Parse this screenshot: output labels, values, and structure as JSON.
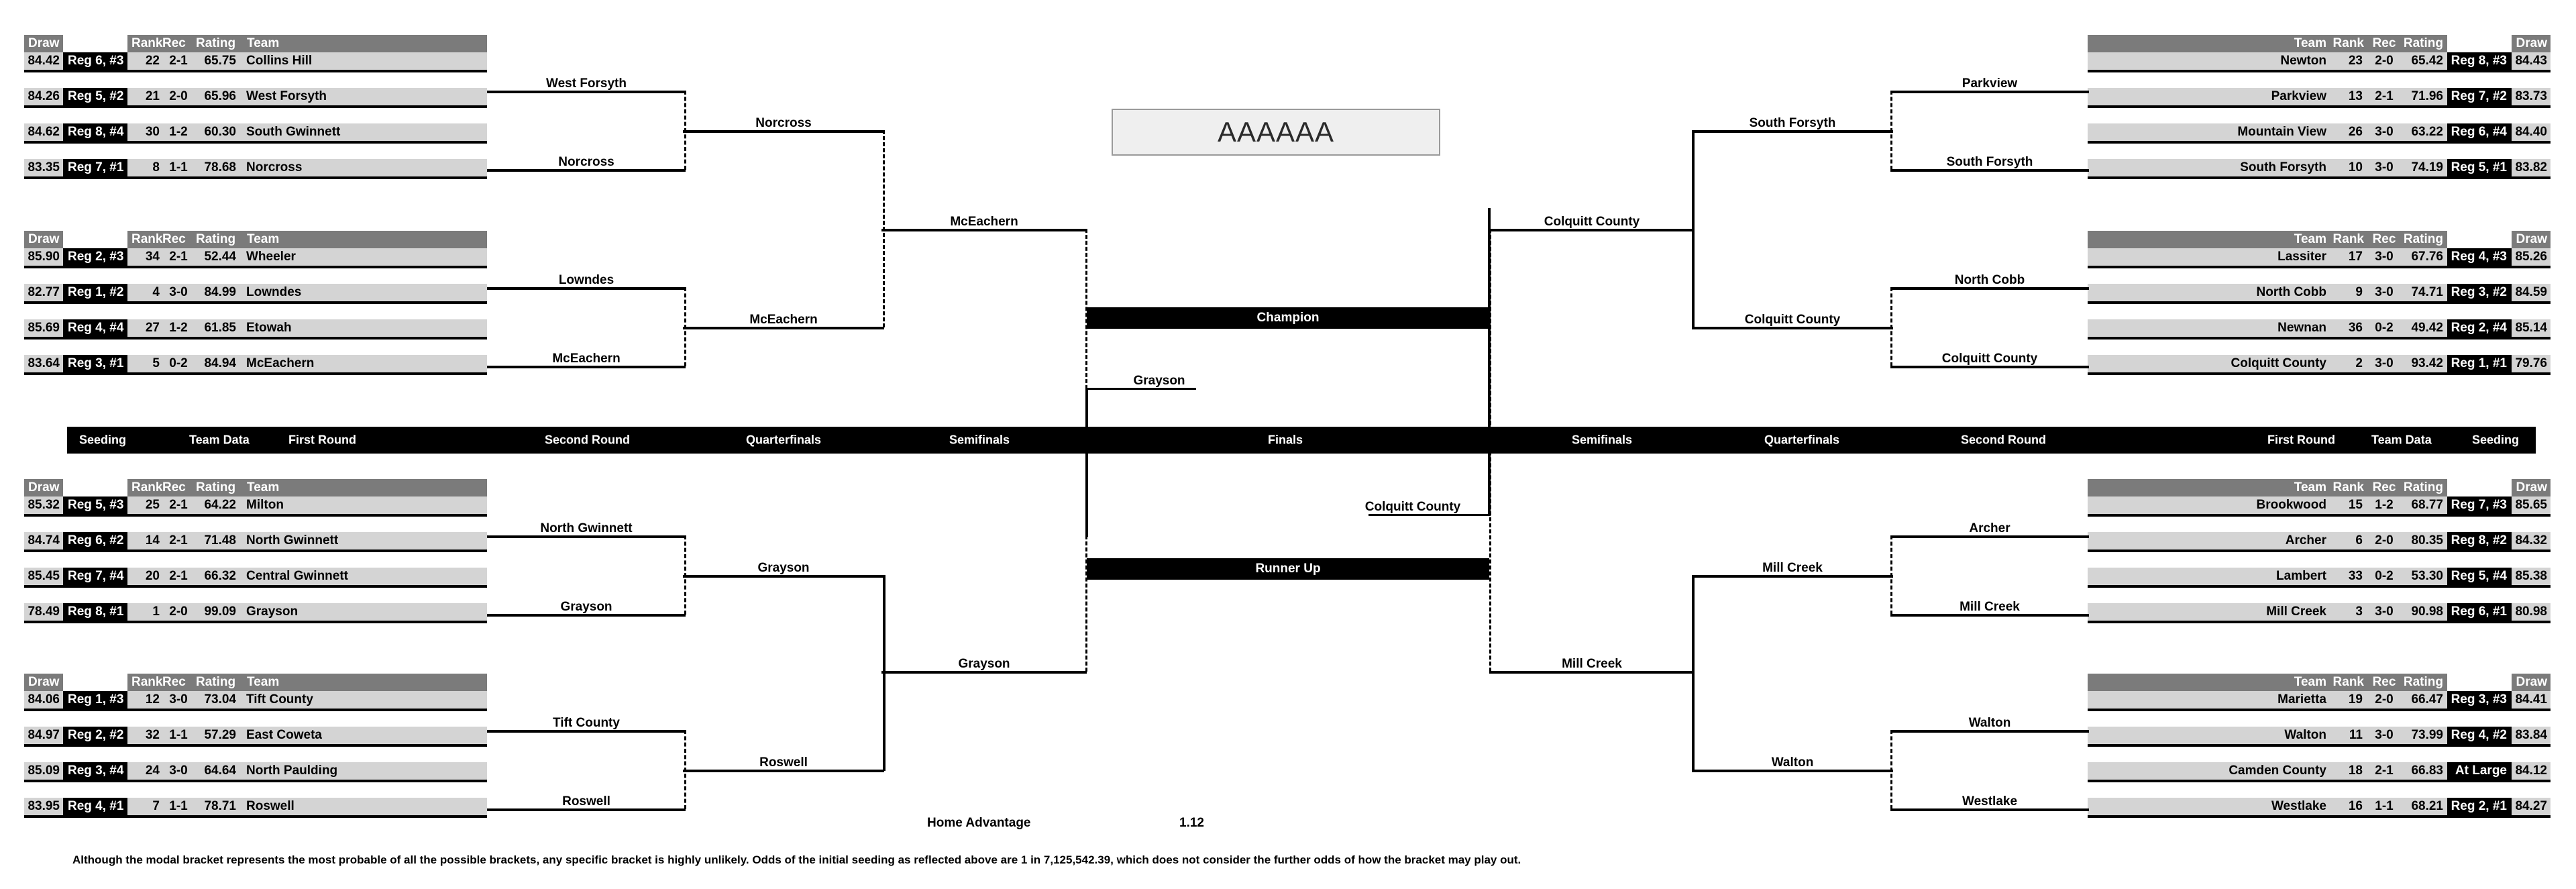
{
  "title": "AAAAAA",
  "columns_left": {
    "draw": "Draw",
    "seed": "",
    "rank": "Rank",
    "rec": "Rec",
    "rating": "Rating",
    "team": "Team"
  },
  "columns_right": {
    "team": "Team",
    "rank": "Rank",
    "rec": "Rec",
    "rating": "Rating",
    "seed": "",
    "draw": "Draw"
  },
  "rounds_left": [
    "Seeding",
    "Team Data",
    "First Round",
    "Second Round",
    "Quarterfinals",
    "Semifinals"
  ],
  "rounds_center": "Finals",
  "rounds_right": [
    "Semifinals",
    "Quarterfinals",
    "Second Round",
    "First Round",
    "Team Data",
    "Seeding"
  ],
  "home_advantage": {
    "label": "Home Advantage",
    "value": "1.12"
  },
  "footnote": "Although the modal bracket represents the most probable of all the possible brackets, any specific bracket is highly unlikely.  Odds of the initial seeding as reflected above are 1 in 7,125,542.39, which does not consider the further odds of how the bracket may play out.",
  "final_labels": {
    "champion": "Champion",
    "runner_up": "Runner Up"
  },
  "groups": {
    "left_q1": [
      {
        "draw": "84.42",
        "seed": "Reg 6, #3",
        "rank": "22",
        "rec": "2-1",
        "rating": "65.75",
        "team": "Collins Hill"
      },
      {
        "draw": "84.26",
        "seed": "Reg 5, #2",
        "rank": "21",
        "rec": "2-0",
        "rating": "65.96",
        "team": "West Forsyth"
      },
      {
        "draw": "84.62",
        "seed": "Reg 8, #4",
        "rank": "30",
        "rec": "1-2",
        "rating": "60.30",
        "team": "South Gwinnett"
      },
      {
        "draw": "83.35",
        "seed": "Reg 7, #1",
        "rank": "8",
        "rec": "1-1",
        "rating": "78.68",
        "team": "Norcross"
      }
    ],
    "left_q2": [
      {
        "draw": "85.90",
        "seed": "Reg 2, #3",
        "rank": "34",
        "rec": "2-1",
        "rating": "52.44",
        "team": "Wheeler"
      },
      {
        "draw": "82.77",
        "seed": "Reg 1, #2",
        "rank": "4",
        "rec": "3-0",
        "rating": "84.99",
        "team": "Lowndes"
      },
      {
        "draw": "85.69",
        "seed": "Reg 4, #4",
        "rank": "27",
        "rec": "1-2",
        "rating": "61.85",
        "team": "Etowah"
      },
      {
        "draw": "83.64",
        "seed": "Reg 3, #1",
        "rank": "5",
        "rec": "0-2",
        "rating": "84.94",
        "team": "McEachern"
      }
    ],
    "left_q3": [
      {
        "draw": "85.32",
        "seed": "Reg 5, #3",
        "rank": "25",
        "rec": "2-1",
        "rating": "64.22",
        "team": "Milton"
      },
      {
        "draw": "84.74",
        "seed": "Reg 6, #2",
        "rank": "14",
        "rec": "2-1",
        "rating": "71.48",
        "team": "North Gwinnett"
      },
      {
        "draw": "85.45",
        "seed": "Reg 7, #4",
        "rank": "20",
        "rec": "2-1",
        "rating": "66.32",
        "team": "Central Gwinnett"
      },
      {
        "draw": "78.49",
        "seed": "Reg 8, #1",
        "rank": "1",
        "rec": "2-0",
        "rating": "99.09",
        "team": "Grayson"
      }
    ],
    "left_q4": [
      {
        "draw": "84.06",
        "seed": "Reg 1, #3",
        "rank": "12",
        "rec": "3-0",
        "rating": "73.04",
        "team": "Tift County"
      },
      {
        "draw": "84.97",
        "seed": "Reg 2, #2",
        "rank": "32",
        "rec": "1-1",
        "rating": "57.29",
        "team": "East Coweta"
      },
      {
        "draw": "85.09",
        "seed": "Reg 3, #4",
        "rank": "24",
        "rec": "3-0",
        "rating": "64.64",
        "team": "North Paulding"
      },
      {
        "draw": "83.95",
        "seed": "Reg 4, #1",
        "rank": "7",
        "rec": "1-1",
        "rating": "78.71",
        "team": "Roswell"
      }
    ],
    "right_q1": [
      {
        "team": "Newton",
        "rank": "23",
        "rec": "2-0",
        "rating": "65.42",
        "seed": "Reg 8, #3",
        "draw": "84.43"
      },
      {
        "team": "Parkview",
        "rank": "13",
        "rec": "2-1",
        "rating": "71.96",
        "seed": "Reg 7, #2",
        "draw": "83.73"
      },
      {
        "team": "Mountain View",
        "rank": "26",
        "rec": "3-0",
        "rating": "63.22",
        "seed": "Reg 6, #4",
        "draw": "84.40"
      },
      {
        "team": "South Forsyth",
        "rank": "10",
        "rec": "3-0",
        "rating": "74.19",
        "seed": "Reg 5, #1",
        "draw": "83.82"
      }
    ],
    "right_q2": [
      {
        "team": "Lassiter",
        "rank": "17",
        "rec": "3-0",
        "rating": "67.76",
        "seed": "Reg 4, #3",
        "draw": "85.26"
      },
      {
        "team": "North Cobb",
        "rank": "9",
        "rec": "3-0",
        "rating": "74.71",
        "seed": "Reg 3, #2",
        "draw": "84.59"
      },
      {
        "team": "Newnan",
        "rank": "36",
        "rec": "0-2",
        "rating": "49.42",
        "seed": "Reg 2, #4",
        "draw": "85.14"
      },
      {
        "team": "Colquitt County",
        "rank": "2",
        "rec": "3-0",
        "rating": "93.42",
        "seed": "Reg 1, #1",
        "draw": "79.76"
      }
    ],
    "right_q3": [
      {
        "team": "Brookwood",
        "rank": "15",
        "rec": "1-2",
        "rating": "68.77",
        "seed": "Reg 7, #3",
        "draw": "85.65"
      },
      {
        "team": "Archer",
        "rank": "6",
        "rec": "2-0",
        "rating": "80.35",
        "seed": "Reg 8, #2",
        "draw": "84.32"
      },
      {
        "team": "Lambert",
        "rank": "33",
        "rec": "0-2",
        "rating": "53.30",
        "seed": "Reg 5, #4",
        "draw": "85.38"
      },
      {
        "team": "Mill Creek",
        "rank": "3",
        "rec": "3-0",
        "rating": "90.98",
        "seed": "Reg 6, #1",
        "draw": "80.98"
      }
    ],
    "right_q4": [
      {
        "team": "Marietta",
        "rank": "19",
        "rec": "2-0",
        "rating": "66.47",
        "seed": "Reg 3, #3",
        "draw": "84.41"
      },
      {
        "team": "Walton",
        "rank": "11",
        "rec": "3-0",
        "rating": "73.99",
        "seed": "Reg 4, #2",
        "draw": "83.84"
      },
      {
        "team": "Camden County",
        "rank": "18",
        "rec": "2-1",
        "rating": "66.83",
        "seed": "At Large",
        "draw": "84.12"
      },
      {
        "team": "Westlake",
        "rank": "16",
        "rec": "1-1",
        "rating": "68.21",
        "seed": "Reg 2, #1",
        "draw": "84.27"
      }
    ]
  },
  "advances": {
    "left_r1": [
      "West Forsyth",
      "Norcross",
      "Lowndes",
      "McEachern",
      "North Gwinnett",
      "Grayson",
      "Tift County",
      "Roswell"
    ],
    "left_r2": [
      "Norcross",
      "McEachern",
      "Grayson",
      "Roswell"
    ],
    "left_r3": [
      "McEachern",
      "Grayson"
    ],
    "left_r4": [
      "Grayson"
    ],
    "right_r1": [
      "Parkview",
      "South Forsyth",
      "North Cobb",
      "Colquitt County",
      "Archer",
      "Mill Creek",
      "Walton",
      "Westlake"
    ],
    "right_r2": [
      "South Forsyth",
      "Colquitt County",
      "Mill Creek",
      "Walton"
    ],
    "right_r3": [
      "Colquitt County",
      "Mill Creek"
    ],
    "right_r4": [
      "Colquitt County"
    ]
  }
}
